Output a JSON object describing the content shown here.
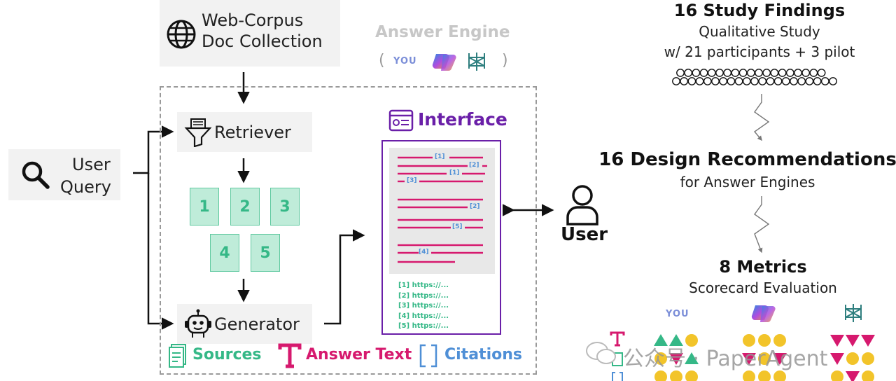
{
  "corpus": {
    "line1": "Web-Corpus",
    "line2": "Doc Collection"
  },
  "answer_engine": {
    "title": "Answer Engine",
    "open_paren": "(",
    "close_paren": ")",
    "you_logo": "YOU"
  },
  "retriever": {
    "label": "Retriever"
  },
  "generator": {
    "label": "Generator"
  },
  "user_query": {
    "line1": "User",
    "line2": "Query"
  },
  "sources": {
    "cards": [
      "1",
      "2",
      "3",
      "4",
      "5"
    ],
    "label": "Sources"
  },
  "answer_text": {
    "label": "Answer Text"
  },
  "citations": {
    "label": "Citations"
  },
  "interface": {
    "title": "Interface",
    "markers": [
      "[1]",
      "[2]",
      "[1]",
      "[3]",
      "[2]",
      "[5]",
      "[4]"
    ],
    "links": [
      "[1] https://...",
      "[2] https://...",
      "[3] https://...",
      "[4] https://...",
      "[5] https://..."
    ]
  },
  "user": {
    "label": "User"
  },
  "study": {
    "title": "16 Study Findings",
    "line1": "Qualitative Study",
    "line2": "w/ 21 participants + 3 pilot"
  },
  "design": {
    "title": "16 Design Recommendations",
    "line1": "for Answer Engines"
  },
  "metrics": {
    "title": "8 Metrics",
    "line1": "Scorecard Evaluation",
    "you_logo": "YOU"
  },
  "watermark": {
    "text": "公众号 · PaperAgent"
  },
  "colors": {
    "green": "#35b887",
    "pink": "#d6196e",
    "purple": "#6a1fa8",
    "blue": "#4f8fd6",
    "gold": "#f2c42a",
    "grey_text": "#c7c7c7"
  }
}
